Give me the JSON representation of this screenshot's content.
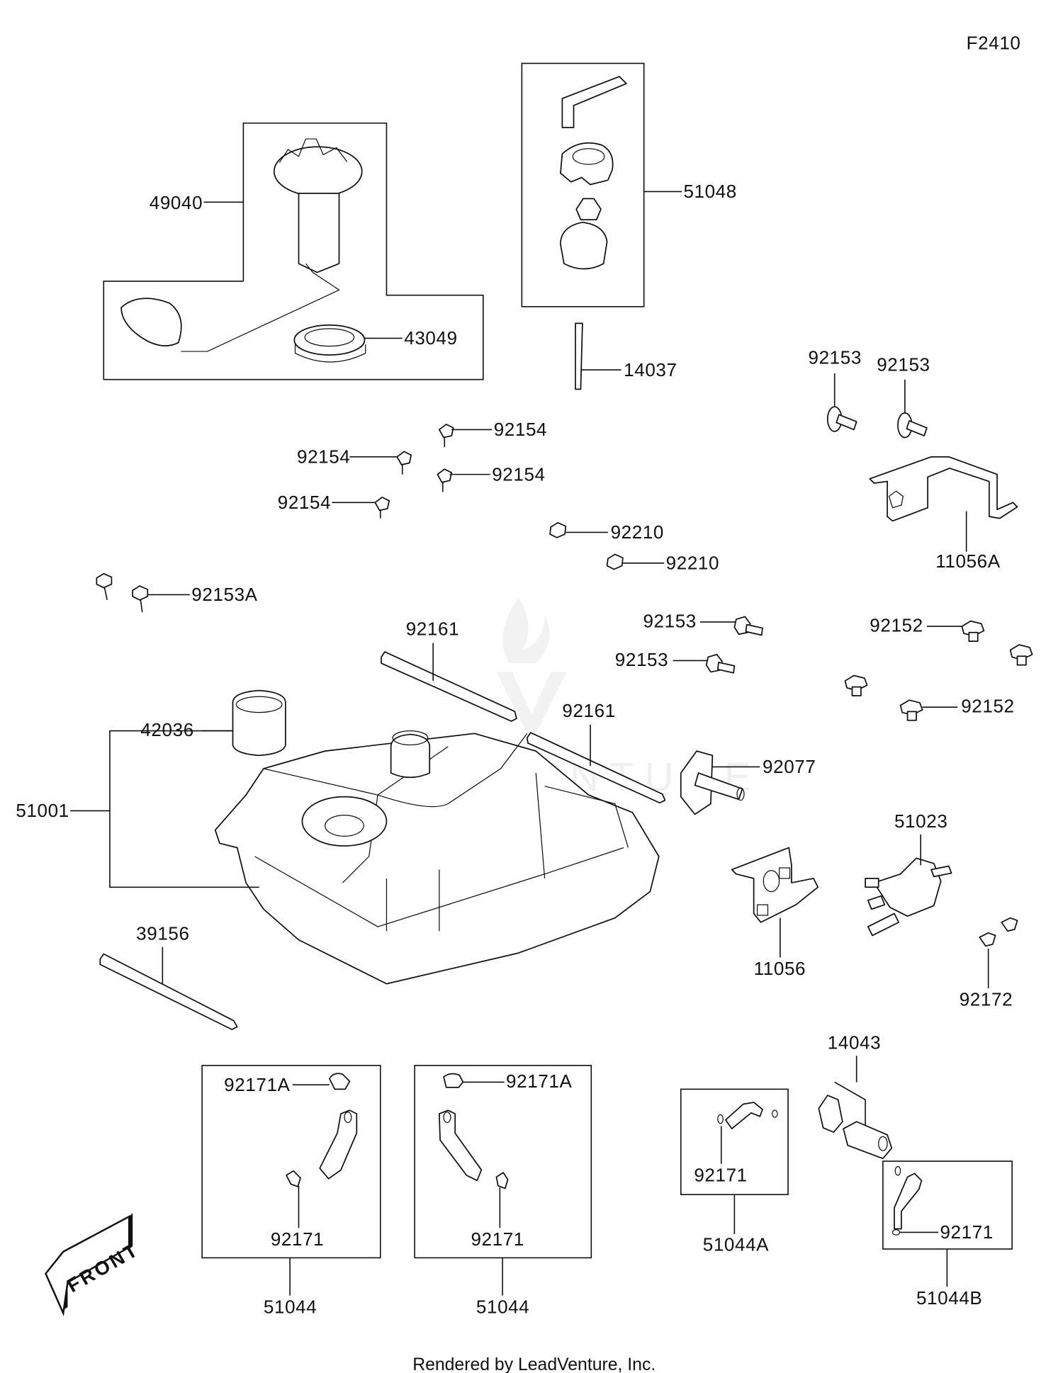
{
  "diagram_code": "F2410",
  "footer": "Rendered by LeadVenture, Inc.",
  "watermark": "LEADVENTURE",
  "front_arrow": "FRONT",
  "labels": {
    "p49040": "49040",
    "p43049": "43049",
    "p51048": "51048",
    "p14037": "14037",
    "p92153_a": "92153",
    "p92153_b": "92153",
    "p11056A": "11056A",
    "p92154_a": "92154",
    "p92154_b": "92154",
    "p92154_c": "92154",
    "p92154_d": "92154",
    "p92210_a": "92210",
    "p92210_b": "92210",
    "p92153A": "92153A",
    "p92161_a": "92161",
    "p92161_b": "92161",
    "p92153_c": "92153",
    "p92153_d": "92153",
    "p92152_a": "92152",
    "p92152_b": "92152",
    "p42036": "42036",
    "p51001": "51001",
    "p92077": "92077",
    "p51023": "51023",
    "p11056": "11056",
    "p39156": "39156",
    "p92172": "92172",
    "p14043": "14043",
    "p92171A_a": "92171A",
    "p92171_a": "92171",
    "p51044_a": "51044",
    "p92171A_b": "92171A",
    "p92171_b": "92171",
    "p51044_b": "51044",
    "p92171_c": "92171",
    "p51044A": "51044A",
    "p92171_d": "92171",
    "p51044B": "51044B"
  }
}
